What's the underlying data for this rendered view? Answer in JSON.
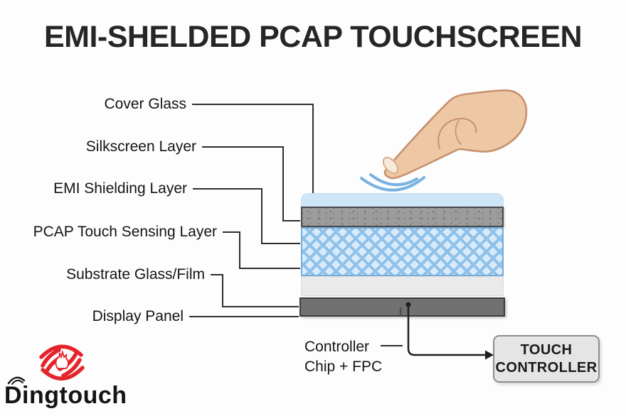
{
  "title": "EMI-SHELDED PCAP TOUCHSCREEN",
  "callouts": [
    {
      "id": "cover-glass",
      "label": "Cover Glass"
    },
    {
      "id": "silkscreen-layer",
      "label": "Silkscreen Layer"
    },
    {
      "id": "emi-shielding-layer",
      "label": "EMI Shielding Layer"
    },
    {
      "id": "pcap-touch-sensing-layer",
      "label": "PCAP Touch Sensing Layer"
    },
    {
      "id": "substrate-glass-film",
      "label": "Substrate Glass/Film"
    },
    {
      "id": "display-panel",
      "label": "Display Panel"
    }
  ],
  "controller_callout": {
    "line1": "Controller",
    "line2": "Chip + FPC"
  },
  "touch_controller_box": {
    "line1": "TOUCH",
    "line2": "CONTROLLER"
  },
  "logo": {
    "text": "Dingtouch"
  },
  "icons": [
    "finger-touch-icon",
    "touch-ripple-icon",
    "dingtouch-logo-mark-icon"
  ],
  "colors": {
    "background": "#fdfdfd",
    "title_text": "#262626",
    "label_text": "#141414",
    "connector_line": "#2e2e2e",
    "cover_glass": "#cfe6f9",
    "silkscreen_gray": "#9c9c9c",
    "pcap_fill": "#d8ebfb",
    "pcap_lattice": "#8fc1e9",
    "pcap_border": "#77abd8",
    "substrate_gray": "#eaeaea",
    "display_panel_gray": "#717171",
    "ripple_blue": "#77b2e2",
    "skin": "#eec7a4",
    "skin_outline": "#c6916f",
    "logo_red": "#e5232b",
    "controller_box_fill": "#e5e5e5",
    "controller_box_border": "#8d8d8d"
  }
}
